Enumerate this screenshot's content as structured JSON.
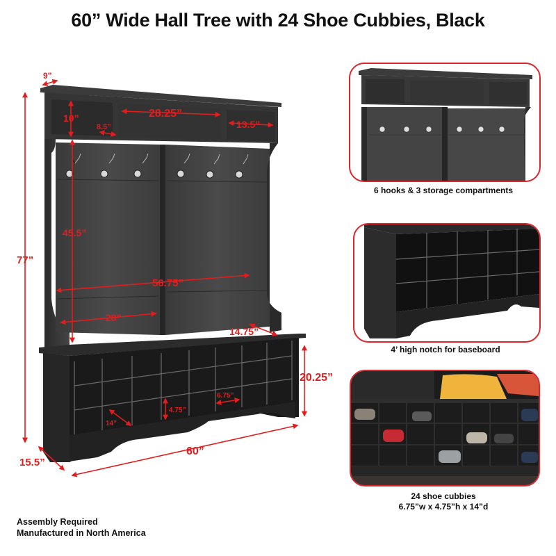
{
  "title": "60” Wide Hall Tree with 24 Shoe Cubbies, Black",
  "product": {
    "color_name": "Black",
    "body_color": "#2e2e2e",
    "dimension_color": "#e31d1d",
    "dimensions": {
      "depth_top": "9”",
      "cubby_height_top": "10”",
      "cubby_depth_top": "8.5”",
      "center_compartment_width": "28.25”",
      "side_compartment_width": "13.5”",
      "total_height": "77”",
      "hanging_height": "45.5”",
      "inner_width": "56.75”",
      "half_width": "28”",
      "bench_depth": "14.75”",
      "bench_height": "20.25”",
      "cubby_width": "6.75”",
      "cubby_height": "4.75”",
      "cubby_depth": "14”",
      "total_width": "60”",
      "base_depth": "15.5”"
    }
  },
  "panels": [
    {
      "caption": "6 hooks & 3 storage compartments"
    },
    {
      "caption": "4’ high notch for baseboard"
    },
    {
      "caption_line1": "24 shoe cubbies",
      "caption_line2": "6.75”w x 4.75”h x 14”d"
    }
  ],
  "footer": {
    "line1": "Assembly Required",
    "line2": "Manufactured in North America"
  }
}
